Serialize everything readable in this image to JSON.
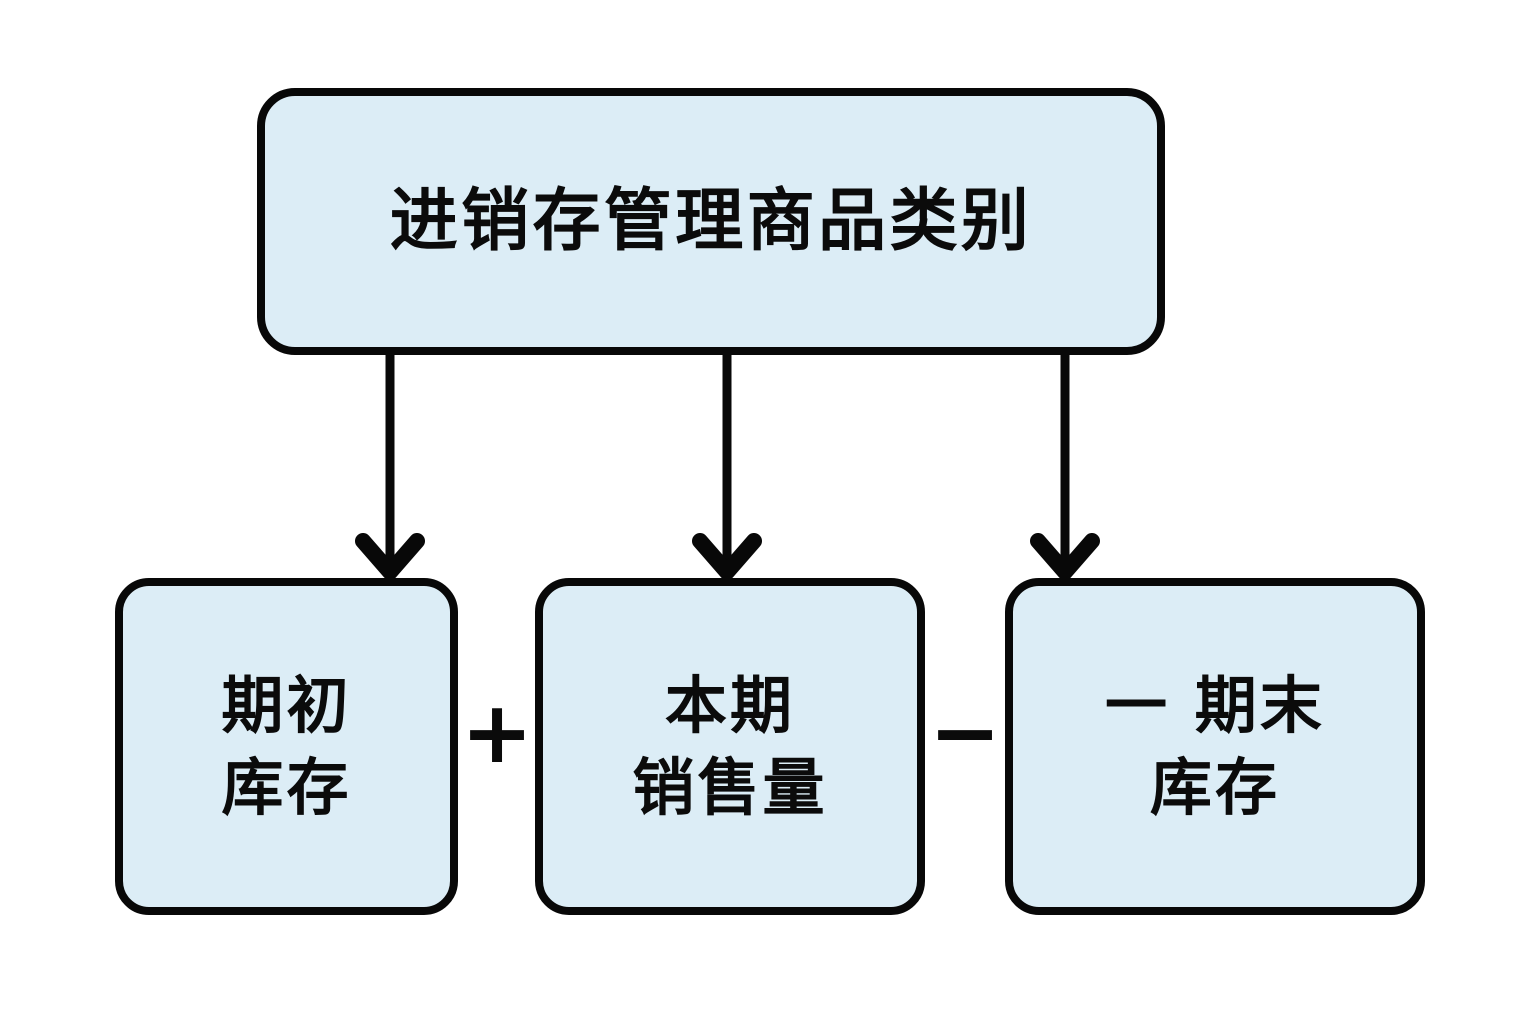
{
  "diagram": {
    "title": "进销存管理商品类别",
    "type": "flowchart",
    "orientation": "top-down",
    "colors": {
      "background": "#ffffff",
      "node_fill": "#dcedf6",
      "node_border": "#080808",
      "text": "#0b0b0b",
      "connector": "#080808"
    },
    "root": {
      "id": "root",
      "label": "进销存管理商品类别",
      "lines": [
        "进销存管理商品类别"
      ]
    },
    "children": [
      {
        "id": "begin-stock",
        "label": "期初库存",
        "lines": [
          "期初",
          "库存"
        ]
      },
      {
        "id": "period-sales",
        "label": "本期销售量",
        "lines": [
          "本期",
          "销售量"
        ]
      },
      {
        "id": "end-stock",
        "label": "一 期末库存",
        "lines": [
          "一 期末",
          "库存"
        ]
      }
    ],
    "operators": [
      {
        "id": "plus",
        "symbol": "+",
        "between": [
          "begin-stock",
          "period-sales"
        ]
      },
      {
        "id": "minus",
        "symbol": "−",
        "between": [
          "period-sales",
          "end-stock"
        ]
      }
    ],
    "edges": [
      {
        "from": "root",
        "to": "begin-stock",
        "arrow": "down-arrow"
      },
      {
        "from": "root",
        "to": "period-sales",
        "arrow": "down-arrow"
      },
      {
        "from": "root",
        "to": "end-stock",
        "arrow": "down-arrow"
      }
    ]
  }
}
